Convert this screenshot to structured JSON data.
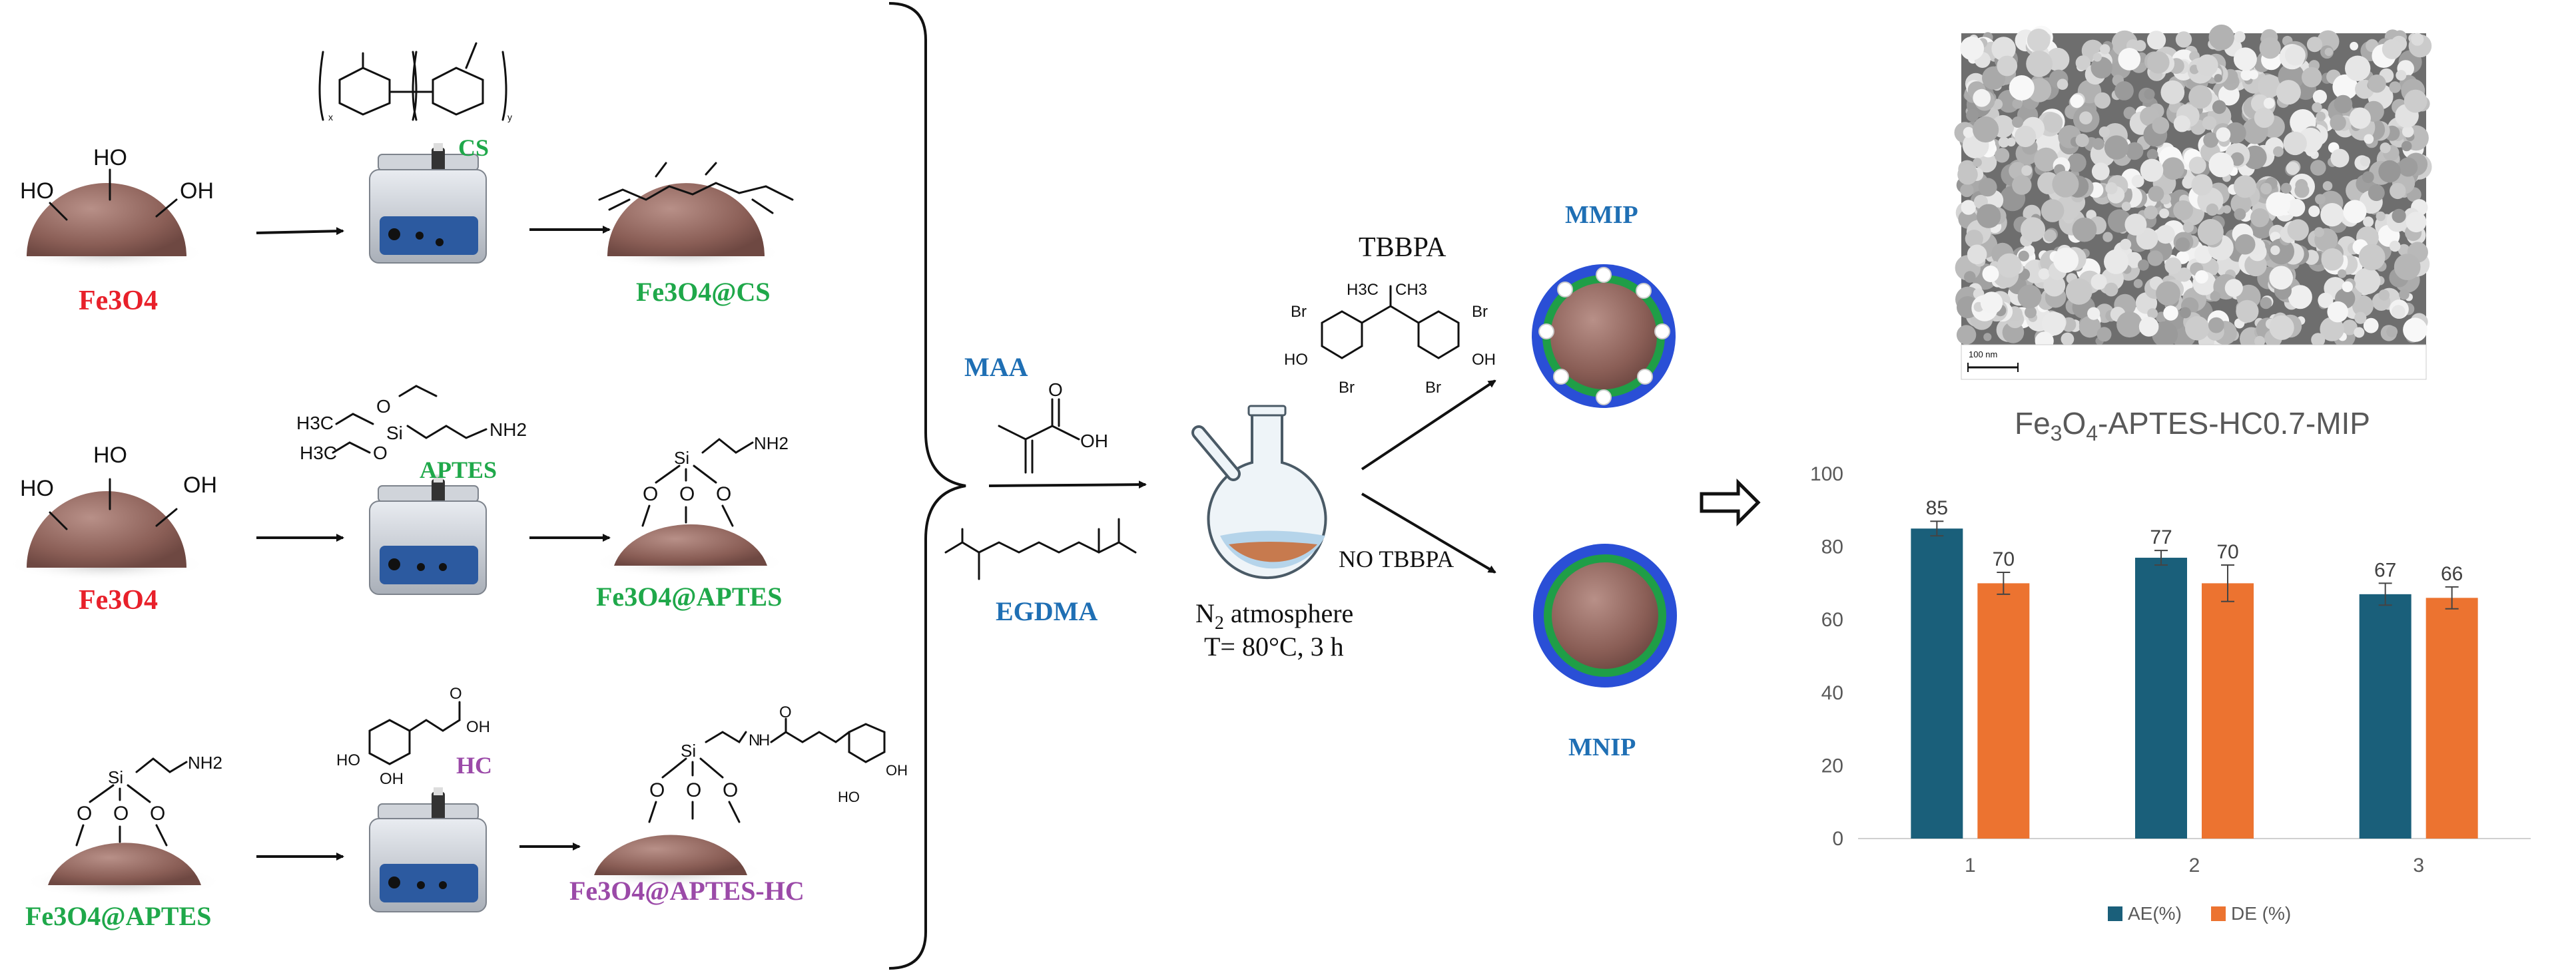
{
  "rows": [
    {
      "start_label": "Fe3O4",
      "start_groups": [
        "HO",
        "HO",
        "OH"
      ],
      "reagent_label": "CS",
      "product_label": "Fe3O4@CS",
      "chitosan_x": "x",
      "chitosan_y": "y"
    },
    {
      "start_label": "Fe3O4",
      "start_groups": [
        "HO",
        "HO",
        "OH"
      ],
      "reagent_label": "APTES",
      "product_label": "Fe3O4@APTES",
      "aptes_atoms": [
        "H3C",
        "O",
        "Si",
        "H3C",
        "O",
        "NH2"
      ],
      "product_atoms": [
        "Si",
        "NH2",
        "O",
        "O",
        "O"
      ]
    },
    {
      "start_label": "Fe3O4@APTES",
      "start_atoms": [
        "Si",
        "NH2",
        "O",
        "O",
        "O"
      ],
      "reagent_label": "HC",
      "product_label": "Fe3O4@APTES-HC",
      "hc_atoms": [
        "O",
        "OH",
        "HO",
        "OH"
      ],
      "product_atoms": [
        "Si",
        "N",
        "H",
        "O",
        "O",
        "O",
        "O",
        "HO",
        "OH"
      ]
    }
  ],
  "monomers": {
    "maa": "MAA",
    "egdma": "EGDMA",
    "maa_atoms": [
      "O",
      "OH"
    ]
  },
  "conditions": {
    "atmosphere_prefix": "N",
    "atmosphere_sub": "2",
    "atmosphere_suffix": " atmosphere",
    "temperature": "T= 80°C, 3 h"
  },
  "template": {
    "name": "TBBPA",
    "atoms": [
      "H3C",
      "CH3",
      "Br",
      "Br",
      "HO",
      "OH",
      "Br",
      "Br"
    ]
  },
  "no_template": "NO TBBPA",
  "products": {
    "mmip": "MMIP",
    "mnip": "MNIP"
  },
  "sem": {
    "caption_prefix": "Fe",
    "caption_sub1": "3",
    "caption_mid": "O",
    "caption_sub2": "4",
    "caption_suffix": "-APTES-HC0.7-MIP",
    "scalebar": "100 nm"
  },
  "chart_data": {
    "type": "bar",
    "categories": [
      "1",
      "2",
      "3"
    ],
    "series": [
      {
        "name": "AE(%)",
        "values": [
          85,
          77,
          67
        ],
        "errors": [
          2,
          2,
          3
        ],
        "color": "#1a5f7a"
      },
      {
        "name": "DE (%)",
        "values": [
          70,
          70,
          66
        ],
        "errors": [
          3,
          5,
          3
        ],
        "color": "#ec7330"
      }
    ],
    "ylim": [
      0,
      100
    ],
    "yticks": [
      0,
      20,
      40,
      60,
      80,
      100
    ],
    "grid": false,
    "legend": "bottom"
  }
}
